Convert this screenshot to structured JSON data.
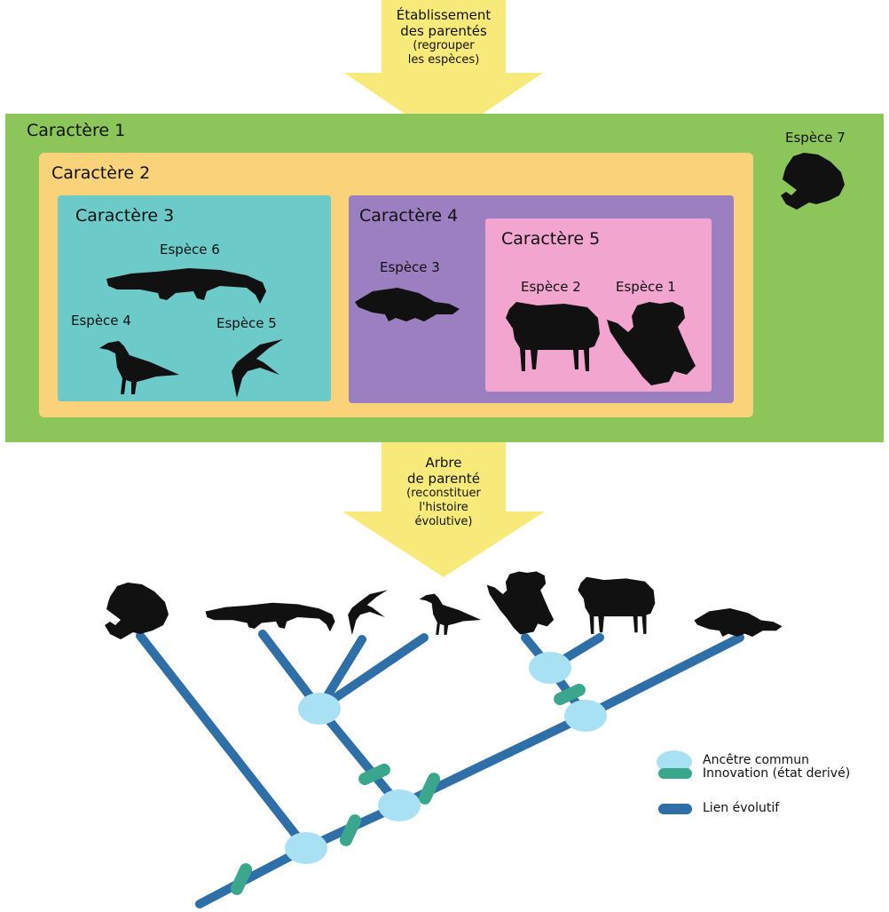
{
  "top_arrow": {
    "line1": "Établissement",
    "line2": "des parentés",
    "line3": "(regrouper",
    "line4": "les espèces)"
  },
  "groups": {
    "c1": "Caractère 1",
    "c2": "Caractère 2",
    "c3": "Caractère 3",
    "c4": "Caractère 4",
    "c5": "Caractère 5"
  },
  "species": {
    "s1": "Espèce 1",
    "s2": "Espèce 2",
    "s3": "Espèce 3",
    "s4": "Espèce 4",
    "s5": "Espèce 5",
    "s6": "Espèce 6",
    "s7": "Espèce 7"
  },
  "bottom_arrow": {
    "line1": "Arbre",
    "line2": "de parenté",
    "line3": "(reconstituer",
    "line4": "l'histoire",
    "line5": "évolutive)"
  },
  "legend": {
    "ancestor": "Ancêtre commun",
    "innovation": "Innovation (état derivé)",
    "link": "Lien évolutif"
  },
  "colors": {
    "green": "#8cc65a",
    "yellow": "#f9d27a",
    "teal": "#6ccbc9",
    "purple": "#9b7fc0",
    "pink": "#f2a6cf",
    "arrow": "#f8ea7a",
    "branch": "#2f6fa8",
    "ancestor": "#a9e1f4",
    "innovation": "#3aa78c"
  }
}
